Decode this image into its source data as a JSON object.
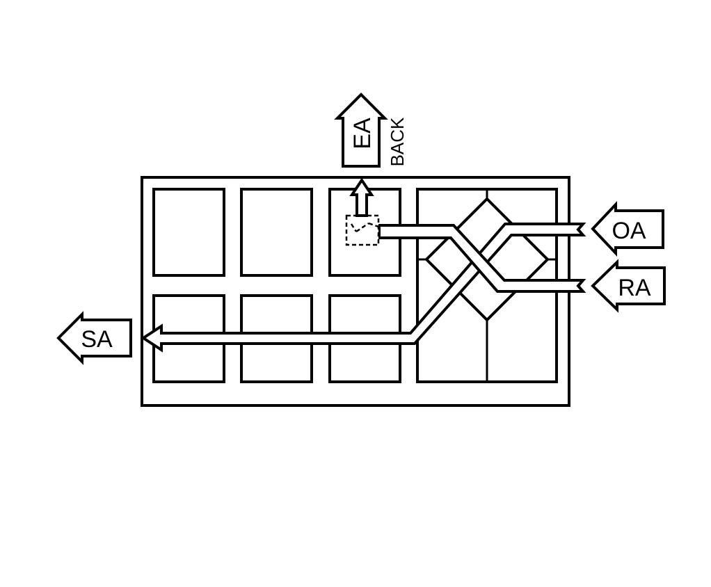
{
  "labels": {
    "exhaust_air": "EA",
    "exhaust_position": "BACK",
    "outdoor_air": "OA",
    "return_air": "RA",
    "supply_air": "SA"
  },
  "colors": {
    "stroke": "#000000",
    "background": "#ffffff"
  }
}
